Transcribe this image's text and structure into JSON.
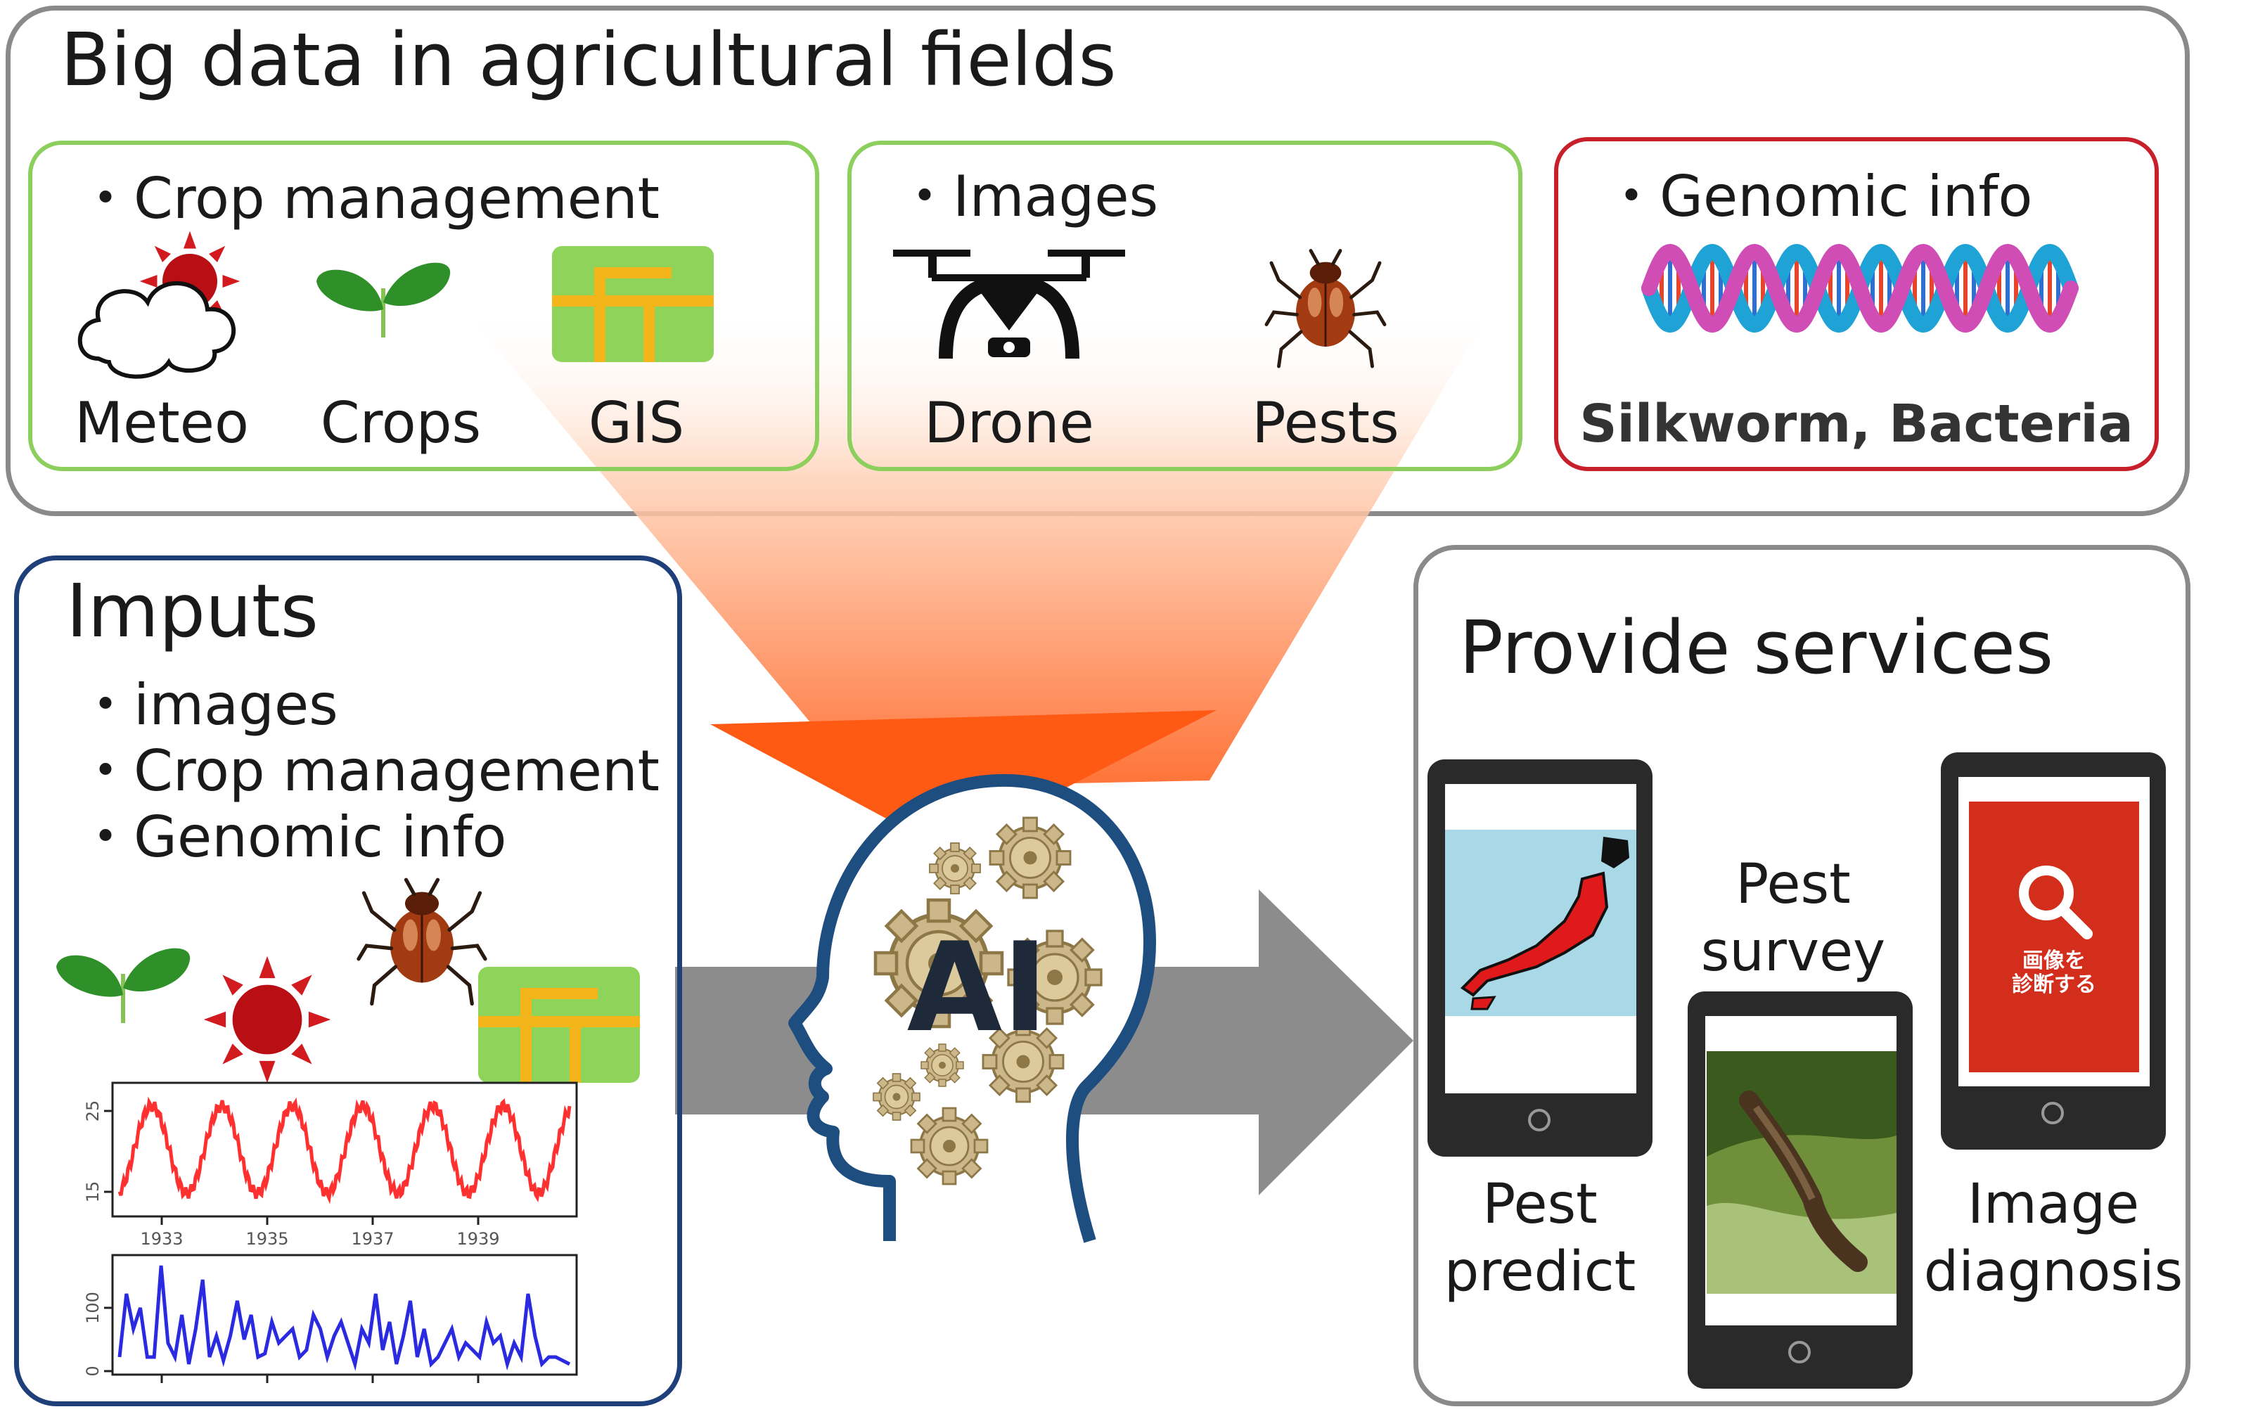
{
  "big_data": {
    "title": "Big data in agricultural fields",
    "crop_management": {
      "header": "・Crop management",
      "meteo": "Meteo",
      "crops": "Crops",
      "gis": "GIS"
    },
    "images": {
      "header": "・Images",
      "drone": "Drone",
      "pests": "Pests"
    },
    "genomic": {
      "header": "・Genomic info",
      "species": "Silkworm, Bacteria"
    }
  },
  "inputs": {
    "title": "Imputs",
    "items": [
      "・images",
      "・Crop management",
      "・Genomic info"
    ],
    "chart_top_xticks": [
      "1933",
      "1935",
      "1937",
      "1939"
    ],
    "chart_top_yticks": [
      "15",
      "25"
    ],
    "chart_bottom_yticks": [
      "0",
      "100"
    ]
  },
  "ai": {
    "label": "AI"
  },
  "services": {
    "title": "Provide services",
    "pest_predict": "Pest\npredict",
    "pest_survey": "Pest\nsurvey",
    "image_diagnosis": "Image\ndiagnosis",
    "diagnosis_screen_text": "画像を\n診断する"
  },
  "colors": {
    "outer_border": "#8a8a8a",
    "green_border": "#8ccf5c",
    "red_border": "#c8202a",
    "blue_border": "#1f3f7a",
    "arrow_gray": "#8c8c8c",
    "beam_orange": "#ff5a14",
    "head_outline": "#1e4e80",
    "gis_green": "#8ed35a",
    "gis_yellow": "#f3b51a",
    "sun_red": "#c4121c",
    "leaf_green": "#3a9a2a",
    "map_blue": "#a9d8e6",
    "diag_red": "#d32d1c"
  }
}
